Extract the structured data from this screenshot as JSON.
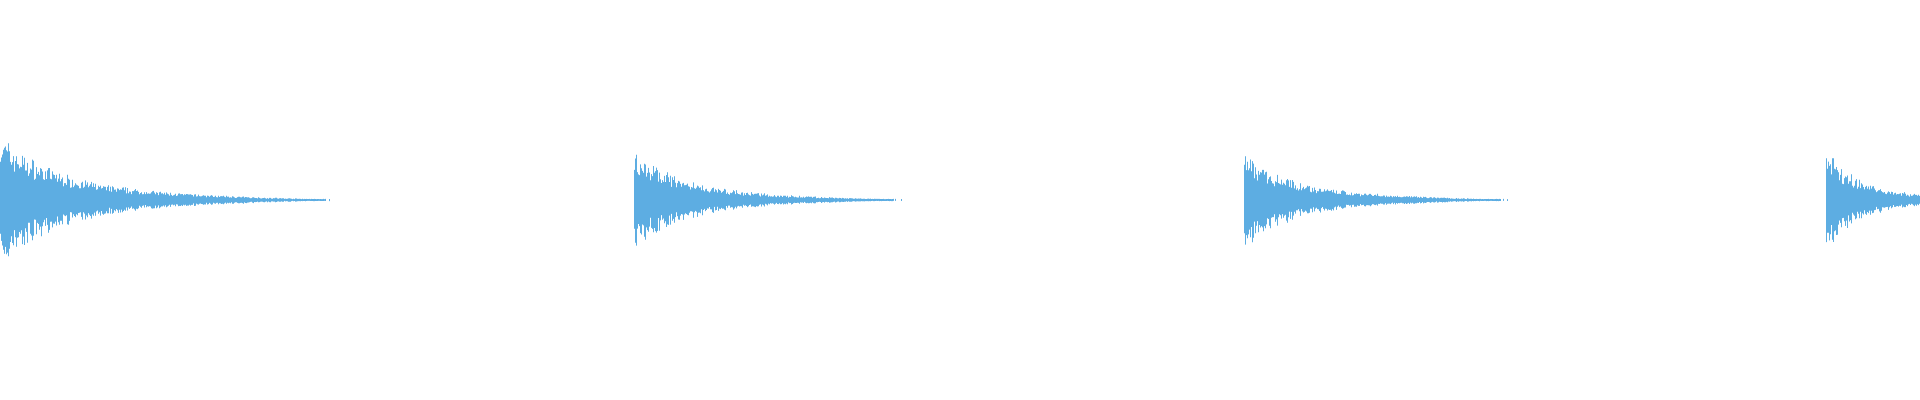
{
  "chart_data": {
    "type": "waveform",
    "title": "",
    "xlabel": "",
    "ylabel": "",
    "ylim": [
      -1,
      1
    ],
    "grid": false,
    "color": "#5dade2",
    "background": "#ffffff",
    "bursts": [
      {
        "onset": 0.0,
        "peak": 0.32,
        "decay_length": 0.11
      },
      {
        "onset": 0.33,
        "peak": 0.24,
        "decay_length": 0.09
      },
      {
        "onset": 0.648,
        "peak": 0.23,
        "decay_length": 0.09
      },
      {
        "onset": 0.951,
        "peak": 0.24,
        "decay_length": 0.06
      }
    ]
  }
}
